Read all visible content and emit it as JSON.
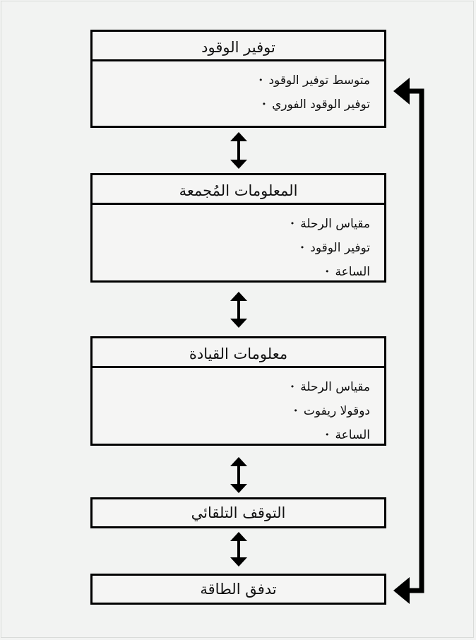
{
  "boxes": [
    {
      "title": "توفير الوقود",
      "items": [
        "متوسط توفير الوقود",
        "توفير الوقود الفوري"
      ]
    },
    {
      "title": "المعلومات المُجمعة",
      "items": [
        "مقياس الرحلة",
        "توفير الوقود",
        "الساعة"
      ]
    },
    {
      "title": "معلومات القيادة",
      "items": [
        "مقياس الرحلة",
        "دوقولا ريفوت",
        "الساعة"
      ]
    },
    {
      "title": "التوقف التلقائي",
      "items": []
    },
    {
      "title": "تدفق الطاقة",
      "items": []
    }
  ],
  "bullet_char": "•"
}
